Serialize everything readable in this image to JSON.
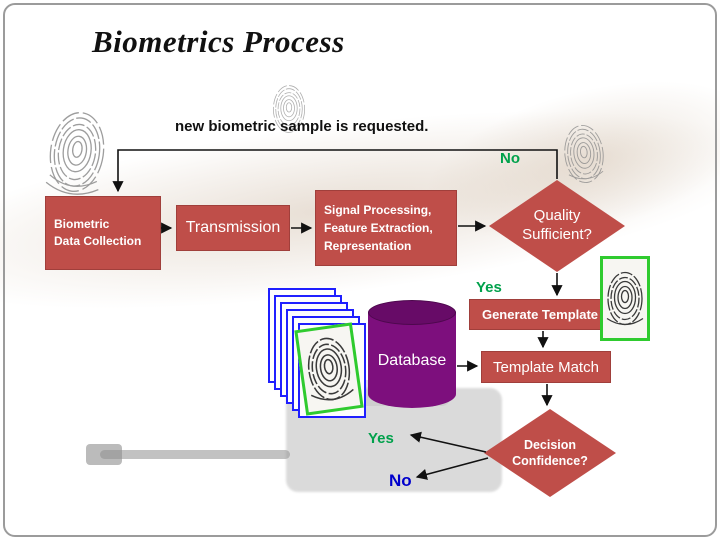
{
  "slide": {
    "title": "Biometrics Process",
    "request_note": "new biometric sample is requested."
  },
  "flow": {
    "collect": "Biometric\nData Collection",
    "transmission": "Transmission",
    "signal": "Signal Processing,\nFeature Extraction,\nRepresentation",
    "quality": "Quality\nSufficient?",
    "generate": "Generate Template",
    "match": "Template Match",
    "decision": "Decision\nConfidence?",
    "database": "Database"
  },
  "labels": {
    "no_top": "No",
    "yes_mid": "Yes",
    "yes_bottom": "Yes",
    "no_bottom": "No"
  },
  "colors": {
    "process_box": "#bf4e49",
    "database_cylinder": "#7d0f7d",
    "yes_no_green": "#00a14b",
    "no_blue": "#0000cc",
    "document_border": "#1f1fff",
    "fingerprint_frame": "#2fcb2f"
  },
  "icons": {
    "fingerprint": "fingerprint-icon",
    "document_stack": "document-stack-icon",
    "database": "database-cylinder-icon"
  }
}
